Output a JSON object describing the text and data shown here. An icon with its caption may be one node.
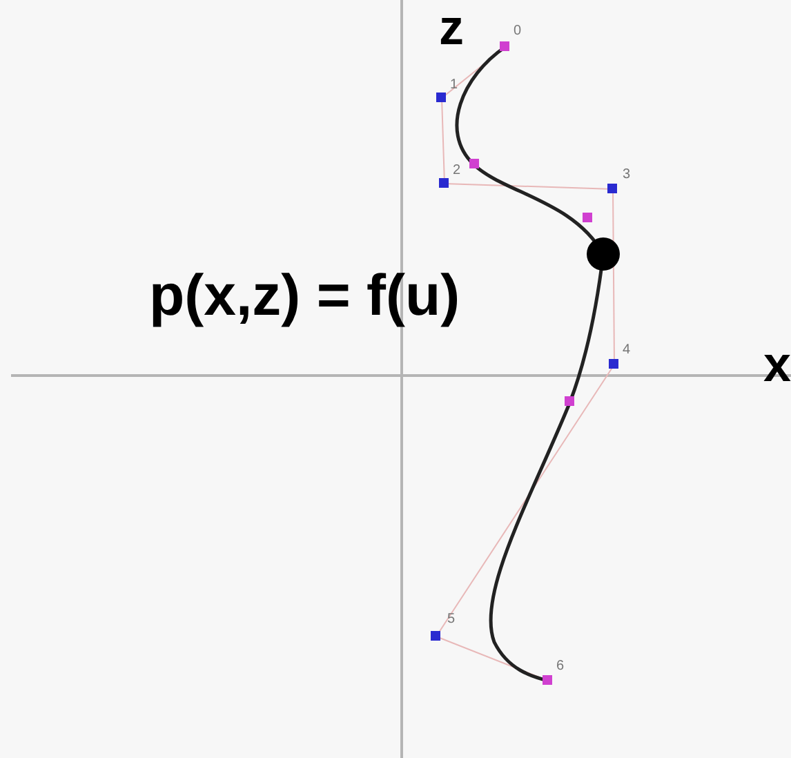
{
  "diagram": {
    "labels": [
      "z",
      "0",
      "1",
      "2",
      "3",
      "p(x,z) = f(u)",
      "4",
      "x",
      "5",
      "6"
    ]
  }
}
